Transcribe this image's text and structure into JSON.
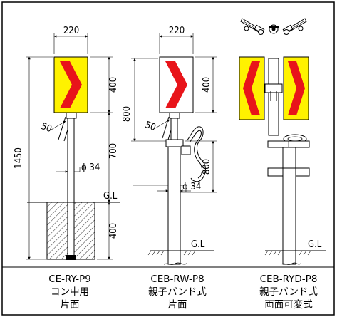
{
  "colors": {
    "sign_yellow": "#FFF200",
    "chevron_red": "#E8141A",
    "line": "#000000",
    "background": "#FFFFFF"
  },
  "left": {
    "dim_width": "220",
    "dim_sign_height": "400",
    "dim_angle": "50",
    "dim_total": "1450",
    "dim_above_gl": "700",
    "dim_pipe": "ϕ 34",
    "gl": "G.L",
    "dim_buried": "400",
    "caption_model": "CE-RY-P9",
    "caption_line2": "コン中用",
    "caption_line3": "片面"
  },
  "middle": {
    "dim_width": "220",
    "dim_sign_height": "400",
    "dim_angle": "50",
    "dim_800_left": "800",
    "dim_800_right": "800",
    "dim_pipe": "ϕ 34",
    "gl": "G.L",
    "caption_model": "CEB-RW-P8",
    "caption_line2": "親子バンド式",
    "caption_line3": "片面"
  },
  "right": {
    "gl": "G.L",
    "caption_model": "CEB-RYD-P8",
    "caption_line2": "親子バンド式",
    "caption_line3": "両面可変式"
  }
}
